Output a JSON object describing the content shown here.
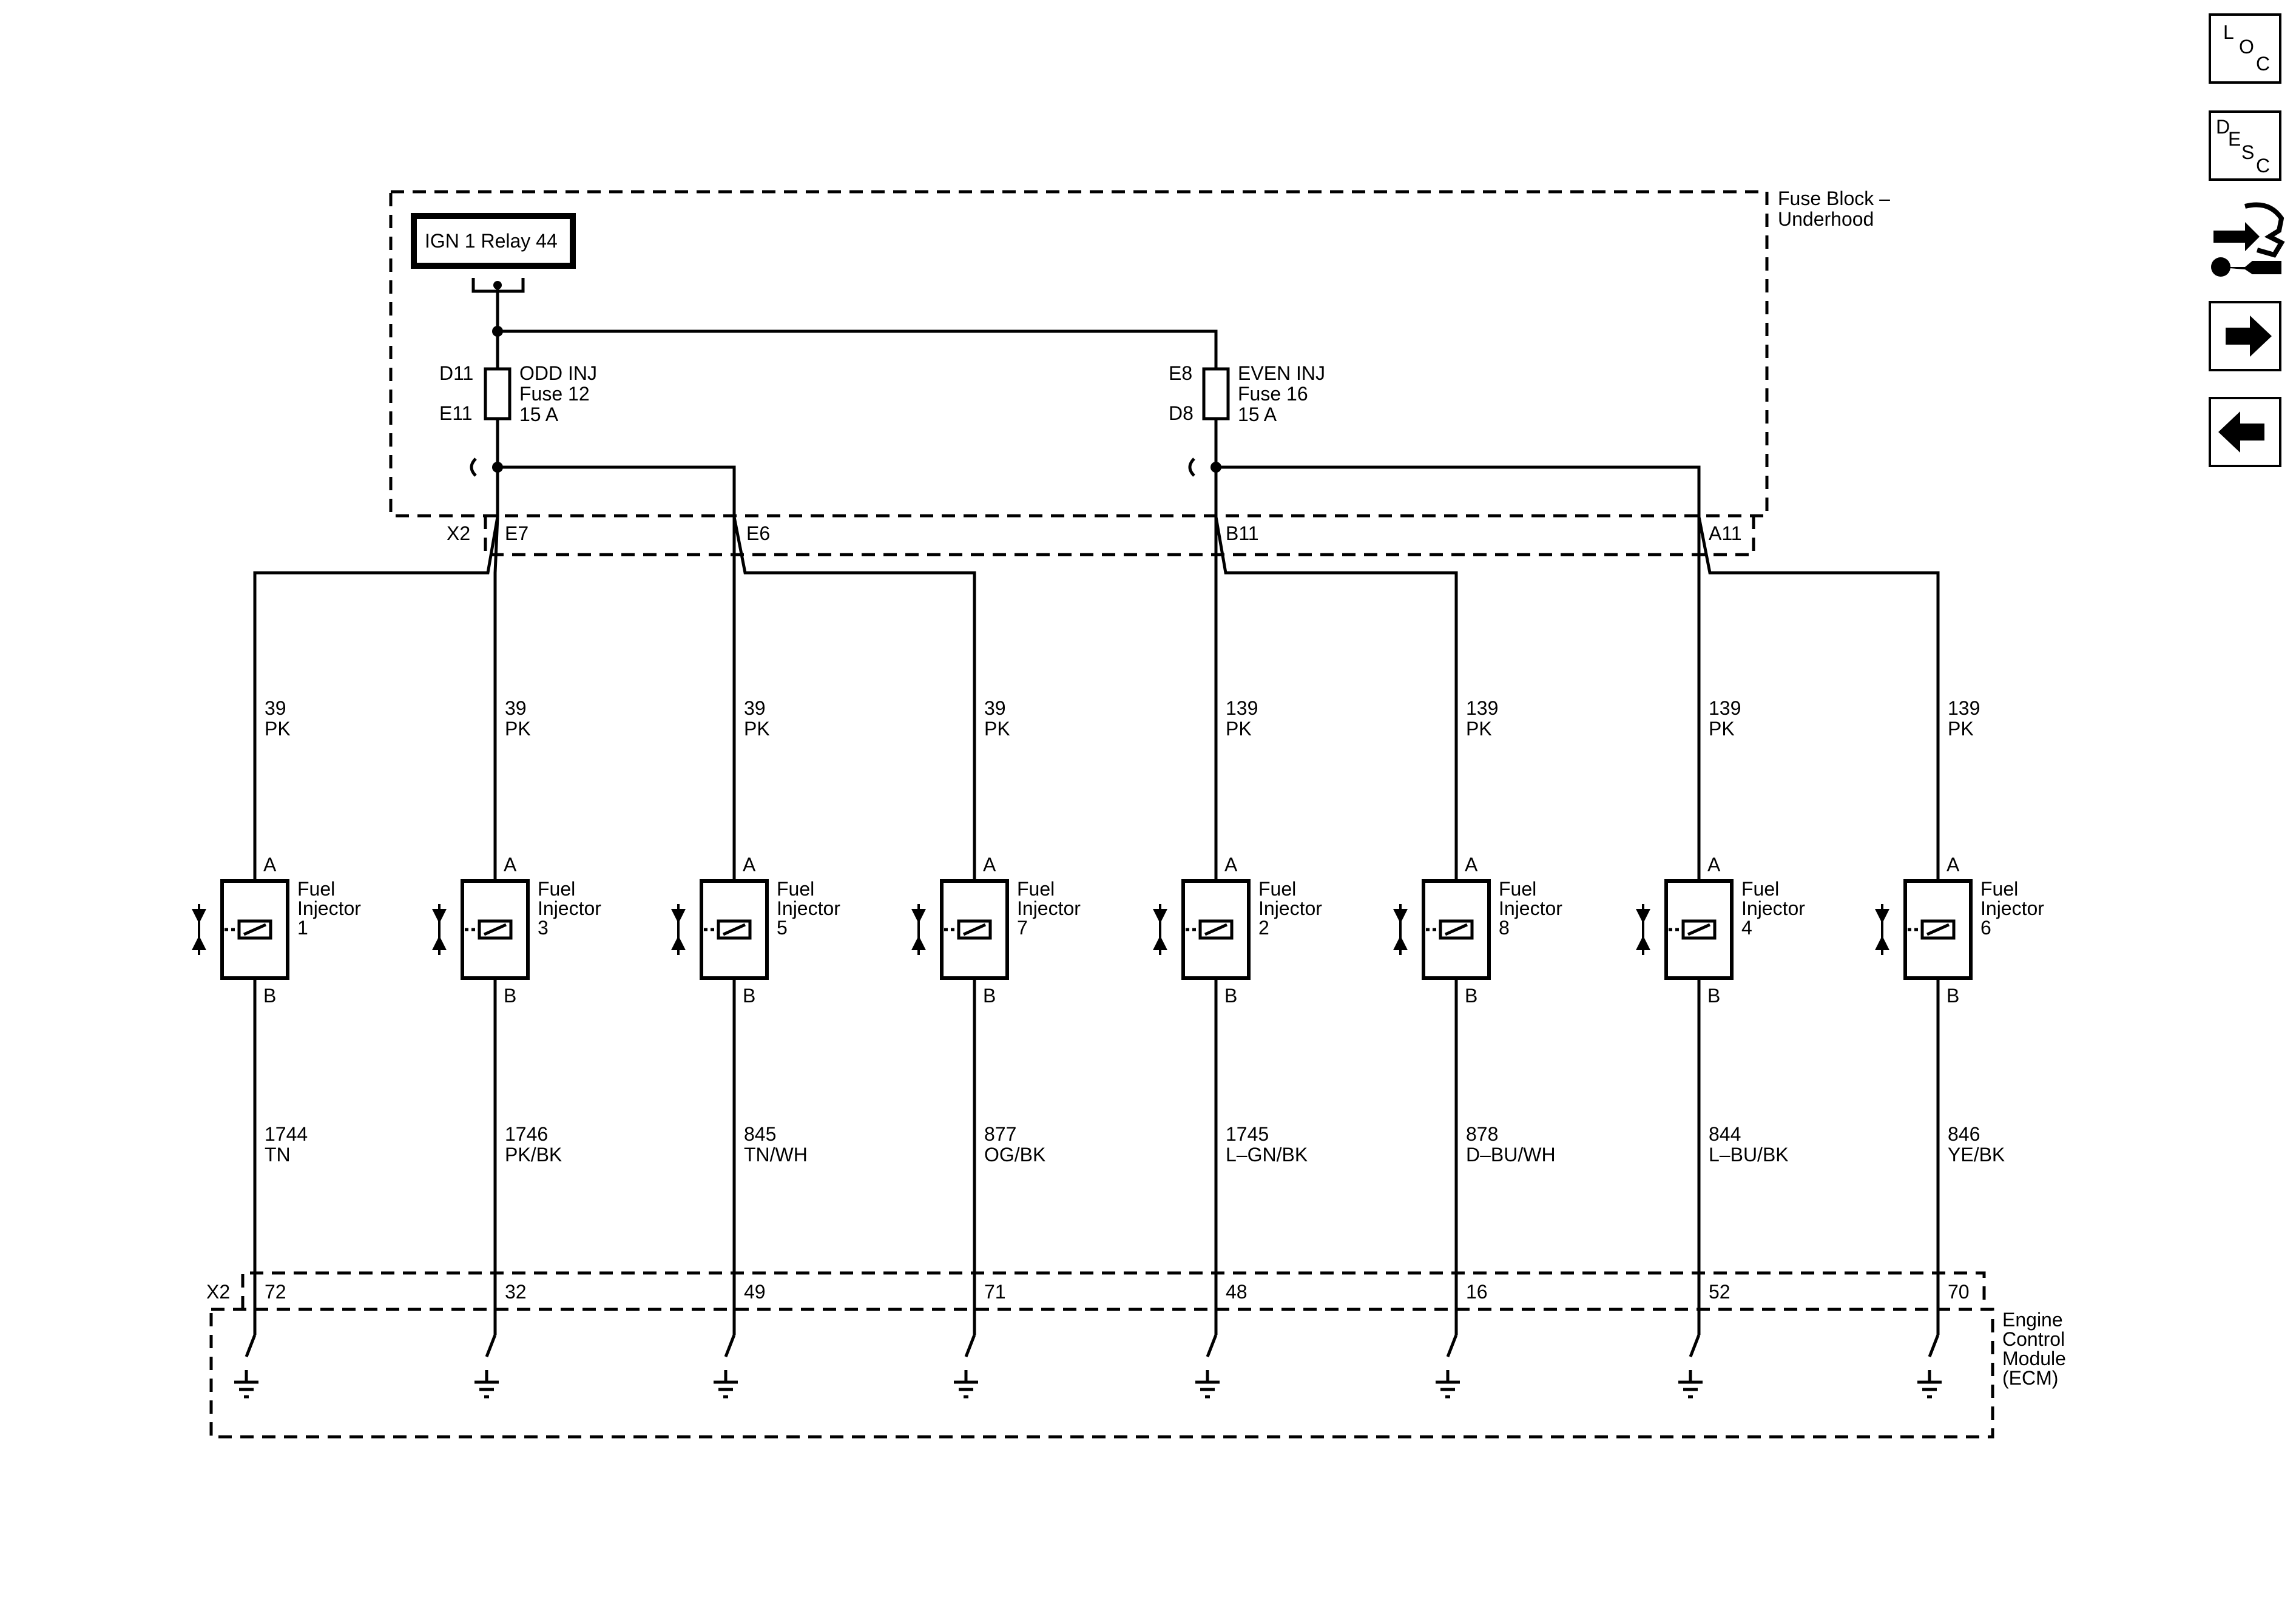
{
  "relay": {
    "label": "IGN 1 Relay 44"
  },
  "fuse_block": {
    "label_line1": "Fuse Block –",
    "label_line2": "Underhood",
    "connector": "X2"
  },
  "fuses": [
    {
      "top_pin": "D11",
      "bottom_pin": "E11",
      "line1": "ODD INJ",
      "line2": "Fuse 12",
      "line3": "15 A"
    },
    {
      "top_pin": "E8",
      "bottom_pin": "D8",
      "line1": "EVEN INJ",
      "line2": "Fuse 16",
      "line3": "15 A"
    }
  ],
  "fuse_block_pins": [
    "E7",
    "E6",
    "B11",
    "A11"
  ],
  "injectors": [
    {
      "line1": "Fuel",
      "line2": "Injector",
      "number": "1",
      "pin_a": "A",
      "pin_b": "B",
      "supply_circuit": "39",
      "supply_color": "PK",
      "control_circuit": "1744",
      "control_color": "TN",
      "ecm_pin": "72"
    },
    {
      "line1": "Fuel",
      "line2": "Injector",
      "number": "3",
      "pin_a": "A",
      "pin_b": "B",
      "supply_circuit": "39",
      "supply_color": "PK",
      "control_circuit": "1746",
      "control_color": "PK/BK",
      "ecm_pin": "32"
    },
    {
      "line1": "Fuel",
      "line2": "Injector",
      "number": "5",
      "pin_a": "A",
      "pin_b": "B",
      "supply_circuit": "39",
      "supply_color": "PK",
      "control_circuit": "845",
      "control_color": "TN/WH",
      "ecm_pin": "49"
    },
    {
      "line1": "Fuel",
      "line2": "Injector",
      "number": "7",
      "pin_a": "A",
      "pin_b": "B",
      "supply_circuit": "39",
      "supply_color": "PK",
      "control_circuit": "877",
      "control_color": "OG/BK",
      "ecm_pin": "71"
    },
    {
      "line1": "Fuel",
      "line2": "Injector",
      "number": "2",
      "pin_a": "A",
      "pin_b": "B",
      "supply_circuit": "139",
      "supply_color": "PK",
      "control_circuit": "1745",
      "control_color": "L–GN/BK",
      "ecm_pin": "48"
    },
    {
      "line1": "Fuel",
      "line2": "Injector",
      "number": "8",
      "pin_a": "A",
      "pin_b": "B",
      "supply_circuit": "139",
      "supply_color": "PK",
      "control_circuit": "878",
      "control_color": "D–BU/WH",
      "ecm_pin": "16"
    },
    {
      "line1": "Fuel",
      "line2": "Injector",
      "number": "4",
      "pin_a": "A",
      "pin_b": "B",
      "supply_circuit": "139",
      "supply_color": "PK",
      "control_circuit": "844",
      "control_color": "L–BU/BK",
      "ecm_pin": "52"
    },
    {
      "line1": "Fuel",
      "line2": "Injector",
      "number": "6",
      "pin_a": "A",
      "pin_b": "B",
      "supply_circuit": "139",
      "supply_color": "PK",
      "control_circuit": "846",
      "control_color": "YE/BK",
      "ecm_pin": "70"
    }
  ],
  "ecm": {
    "line1": "Engine",
    "line2": "Control",
    "line3": "Module",
    "line4": "(ECM)",
    "connector": "X2"
  },
  "nav": {
    "loc": {
      "l": "L",
      "o": "O",
      "c": "C"
    },
    "desc": {
      "d": "D",
      "e": "E",
      "s": "S",
      "c": "C"
    },
    "icons": [
      "connector-tool-icon",
      "arrow-right-icon",
      "arrow-left-icon"
    ]
  }
}
